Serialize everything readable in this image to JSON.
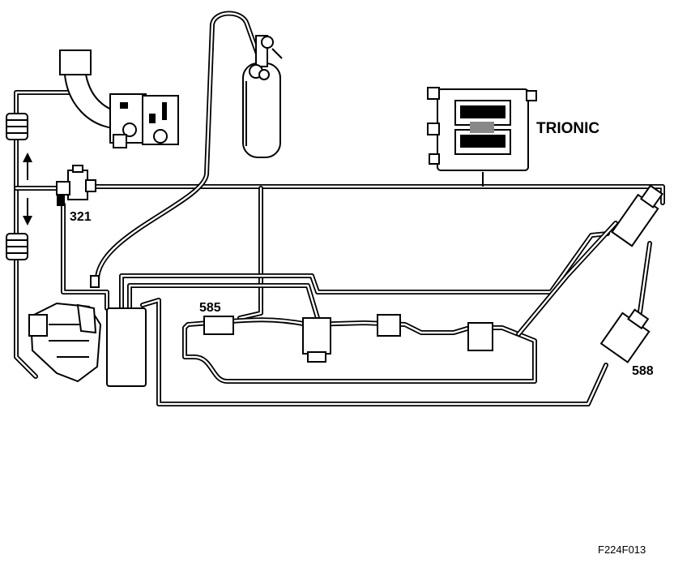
{
  "labels": {
    "control_unit": "TRIONIC",
    "valve_321": "321",
    "component_585": "585",
    "component_588": "588",
    "figure_code": "F224F013"
  },
  "colors": {
    "line": "#000000",
    "background": "#ffffff"
  },
  "icons": {
    "control_unit": "ecu-box-icon",
    "gas_bottle": "gas-cylinder-icon",
    "turbo": "turbocharger-icon",
    "throttle": "throttle-body-icon",
    "canister": "canister-icon",
    "flow_arrows": "double-arrow-icon"
  }
}
